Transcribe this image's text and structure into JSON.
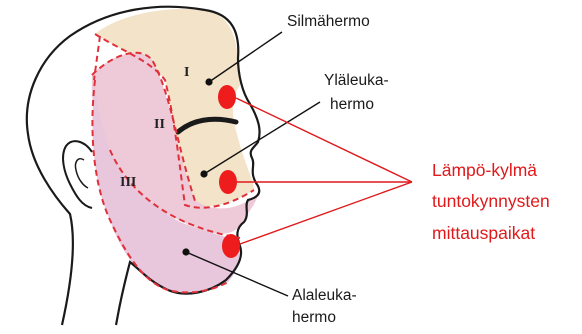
{
  "labels": {
    "ophthalmic": "Silmähermo",
    "maxillary_line1": "Yläleuka-",
    "maxillary_line2": "hermo",
    "mandibular_line1": "Alaleuka-",
    "mandibular_line2": "hermo",
    "sites_line1": "Lämpö-kylmä",
    "sites_line2": "tuntokynnysten",
    "sites_line3": "mittauspaikat"
  },
  "zones": {
    "zone_1": "I",
    "zone_2": "II",
    "zone_3": "III"
  },
  "colors": {
    "zone1_fill": "#f3e3c8",
    "zone2_fill": "#eecad8",
    "zone3_fill": "#e8c6dc",
    "boundary": "#e0313a",
    "marker": "#ee1c1c",
    "callout_red": "#e0191b",
    "callout_black": "#111111"
  }
}
